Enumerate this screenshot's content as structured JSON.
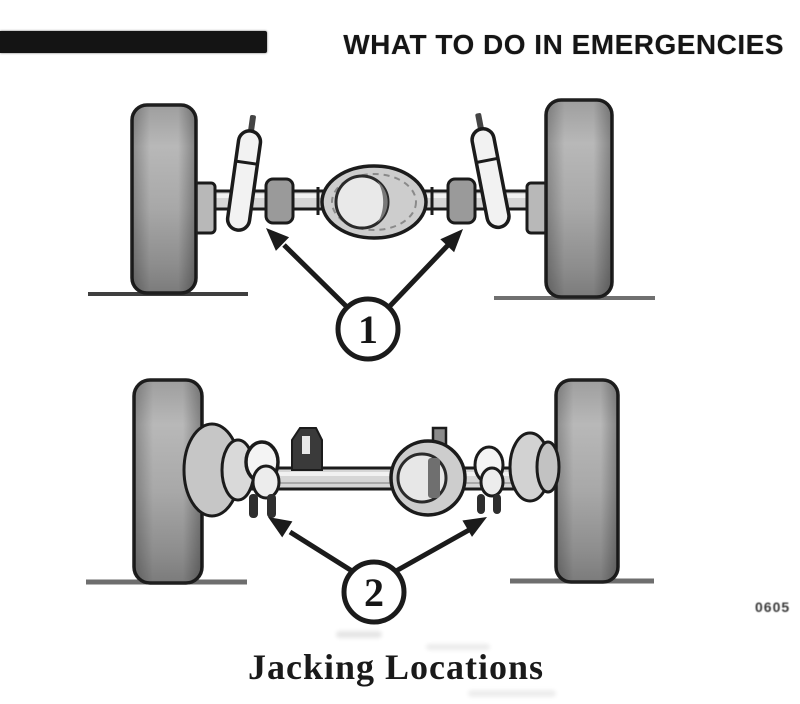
{
  "page": {
    "background": "#ffffff",
    "ink_color": "#1b1b1b",
    "header_bar_color": "#141414"
  },
  "header": {
    "title": "WHAT TO DO IN EMERGENCIES"
  },
  "figure": {
    "caption": "Jacking Locations",
    "code": "0605",
    "diagrams": [
      {
        "id": "rear-axle-jacking-view",
        "callout_label": "1"
      },
      {
        "id": "front-axle-jacking-view",
        "callout_label": "2"
      }
    ]
  }
}
